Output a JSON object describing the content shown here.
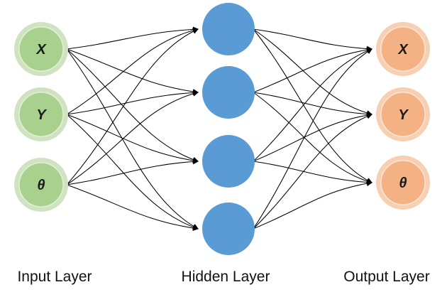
{
  "layers": {
    "input": {
      "label": "Input Layer",
      "nodes": [
        "X",
        "Y",
        "θ"
      ],
      "fill": "#a9d18e",
      "ring": "#cfe3c0"
    },
    "hidden": {
      "label": "Hidden Layer",
      "nodes": [
        "",
        "",
        "",
        ""
      ],
      "fill": "#5b9bd5"
    },
    "output": {
      "label": "Output Layer",
      "nodes": [
        "X",
        "Y",
        "θ"
      ],
      "fill": "#f4b183",
      "ring": "#f7cfb3"
    }
  },
  "edge_color": "#000000"
}
